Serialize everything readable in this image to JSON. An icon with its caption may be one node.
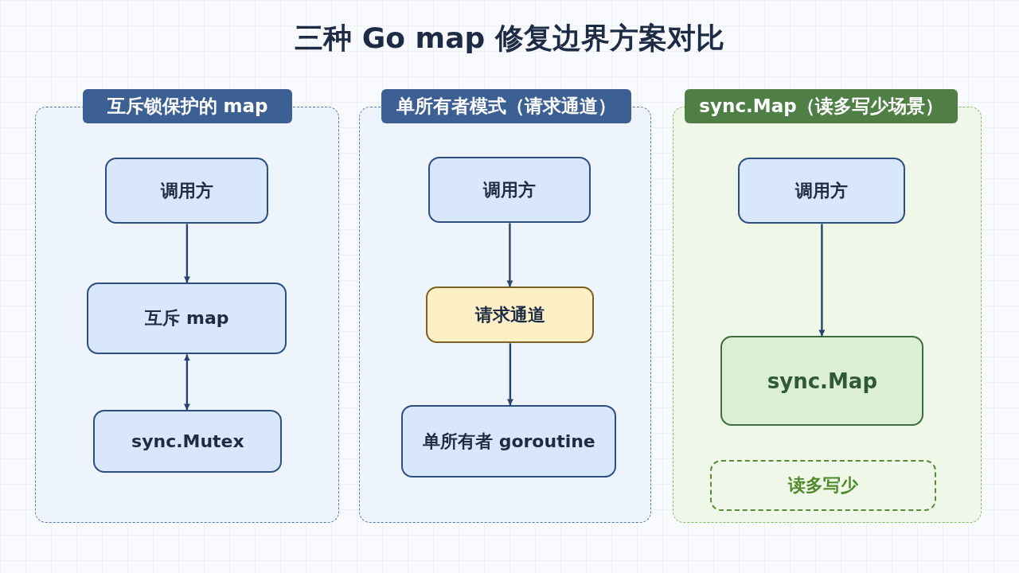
{
  "diagram": {
    "title": "三种 Go map 修复边界方案对比",
    "nodes": [
      {
        "text": [
          "互斥锁保护的 map"
        ]
      },
      {
        "text": [
          "调用方"
        ],
        "in": 0
      },
      {
        "text": [
          "互斥 map"
        ],
        "in": 0
      },
      {
        "text": [
          "sync.Mutex"
        ],
        "in": 0
      },
      {
        "text": [
          "单所有者模式（请求通道）"
        ]
      },
      {
        "text": [
          "调用方"
        ],
        "in": 4
      },
      {
        "text": [
          "请求通道"
        ],
        "in": 4
      },
      {
        "text": [
          "单所有者 goroutine"
        ],
        "in": 4
      },
      {
        "text": [
          "sync.Map（读多写少场景）"
        ]
      },
      {
        "text": [
          "调用方"
        ],
        "in": 8
      },
      {
        "text": [
          "sync.Map"
        ],
        "in": 8
      },
      {
        "text": [
          "读多写少"
        ],
        "in": 8
      }
    ],
    "edges": [
      {
        "from": 1,
        "to": 2,
        "arrow": "to"
      },
      {
        "from": 2,
        "to": 3,
        "arrow": "both"
      },
      {
        "from": 5,
        "to": 6,
        "arrow": "to"
      },
      {
        "from": 6,
        "to": 7,
        "arrow": "to"
      },
      {
        "from": 9,
        "to": 10,
        "arrow": "to"
      }
    ]
  }
}
